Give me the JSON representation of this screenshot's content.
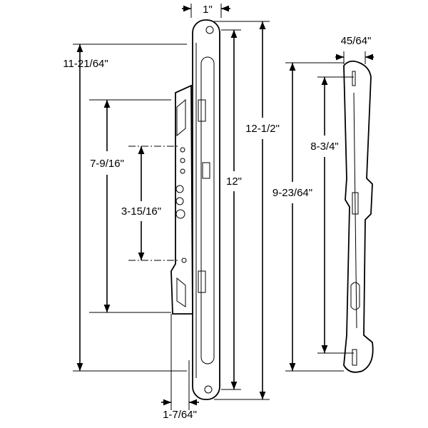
{
  "dimensions": {
    "plate_width": "1\"",
    "keeper_width": "45/64\"",
    "mechanism_overall": "11-21/64\"",
    "plate_length": "12-1/2\"",
    "mechanism_body": "7-9/16\"",
    "hole_spacing": "3-15/16\"",
    "plate_mount_spacing": "12\"",
    "keeper_mount_spacing": "8-3/4\"",
    "keeper_length": "9-23/64\"",
    "backset": "1-7/64\""
  }
}
